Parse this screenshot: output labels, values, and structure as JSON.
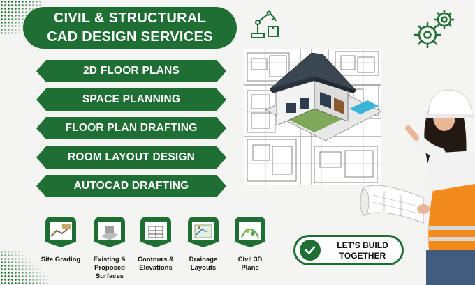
{
  "title": {
    "line1": "CIVIL & STRUCTURAL",
    "line2": "CAD DESIGN SERVICES"
  },
  "services": [
    "2D FLOOR PLANS",
    "SPACE PLANNING",
    "FLOOR PLAN DRAFTING",
    "ROOM LAYOUT DESIGN",
    "AUTOCAD DRAFTING"
  ],
  "features": [
    {
      "label": "Site Grading",
      "icon": "site-grading-icon"
    },
    {
      "label": "Existing & Proposed Surfaces",
      "icon": "surfaces-icon"
    },
    {
      "label": "Contours & Elevations",
      "icon": "contours-icon"
    },
    {
      "label": "Drainage Layouts",
      "icon": "drainage-icon"
    },
    {
      "label": "Civil 3D Plans",
      "icon": "civil-3d-icon"
    }
  ],
  "cta": {
    "line1": "LET'S BUILD",
    "line2": "TOGETHER"
  },
  "colors": {
    "brand_green": "#1f6e33",
    "background": "#f4f4f2",
    "helmet": "#ffffff",
    "vest": "#f28a1c"
  }
}
